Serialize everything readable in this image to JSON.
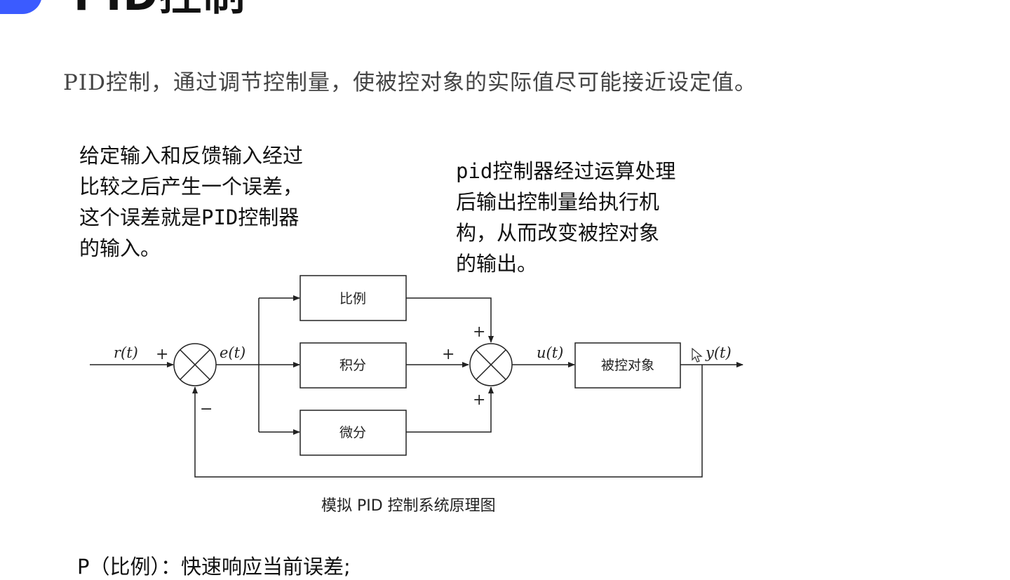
{
  "slide": {
    "title": "PID控制",
    "intro": "PID控制，通过调节控制量，使被控对象的实际值尽可能接近设定值。",
    "note_left": "给定输入和反馈输入经过\n比较之后产生一个误差，\n这个误差就是PID控制器\n的输入。",
    "note_right": "pid控制器经过运算处理\n后输出控制量给执行机\n构，从而改变被控对象\n的输出。",
    "bottom_text": "P（比例）：快速响应当前误差;"
  },
  "diagram": {
    "caption": "模拟 PID 控制系统原理图",
    "blocks": {
      "proportional": "比例",
      "integral": "积分",
      "derivative": "微分",
      "plant": "被控对象"
    },
    "signals": {
      "input": "r(t)",
      "error": "e(t)",
      "control": "u(t)",
      "output": "y(t)"
    },
    "signs": {
      "sum1_plus": "+",
      "sum1_minus": "−",
      "sum2_top": "+",
      "sum2_left": "+",
      "sum2_bottom": "+"
    }
  },
  "colors": {
    "accent": "#3b5bff",
    "line": "#222222"
  }
}
